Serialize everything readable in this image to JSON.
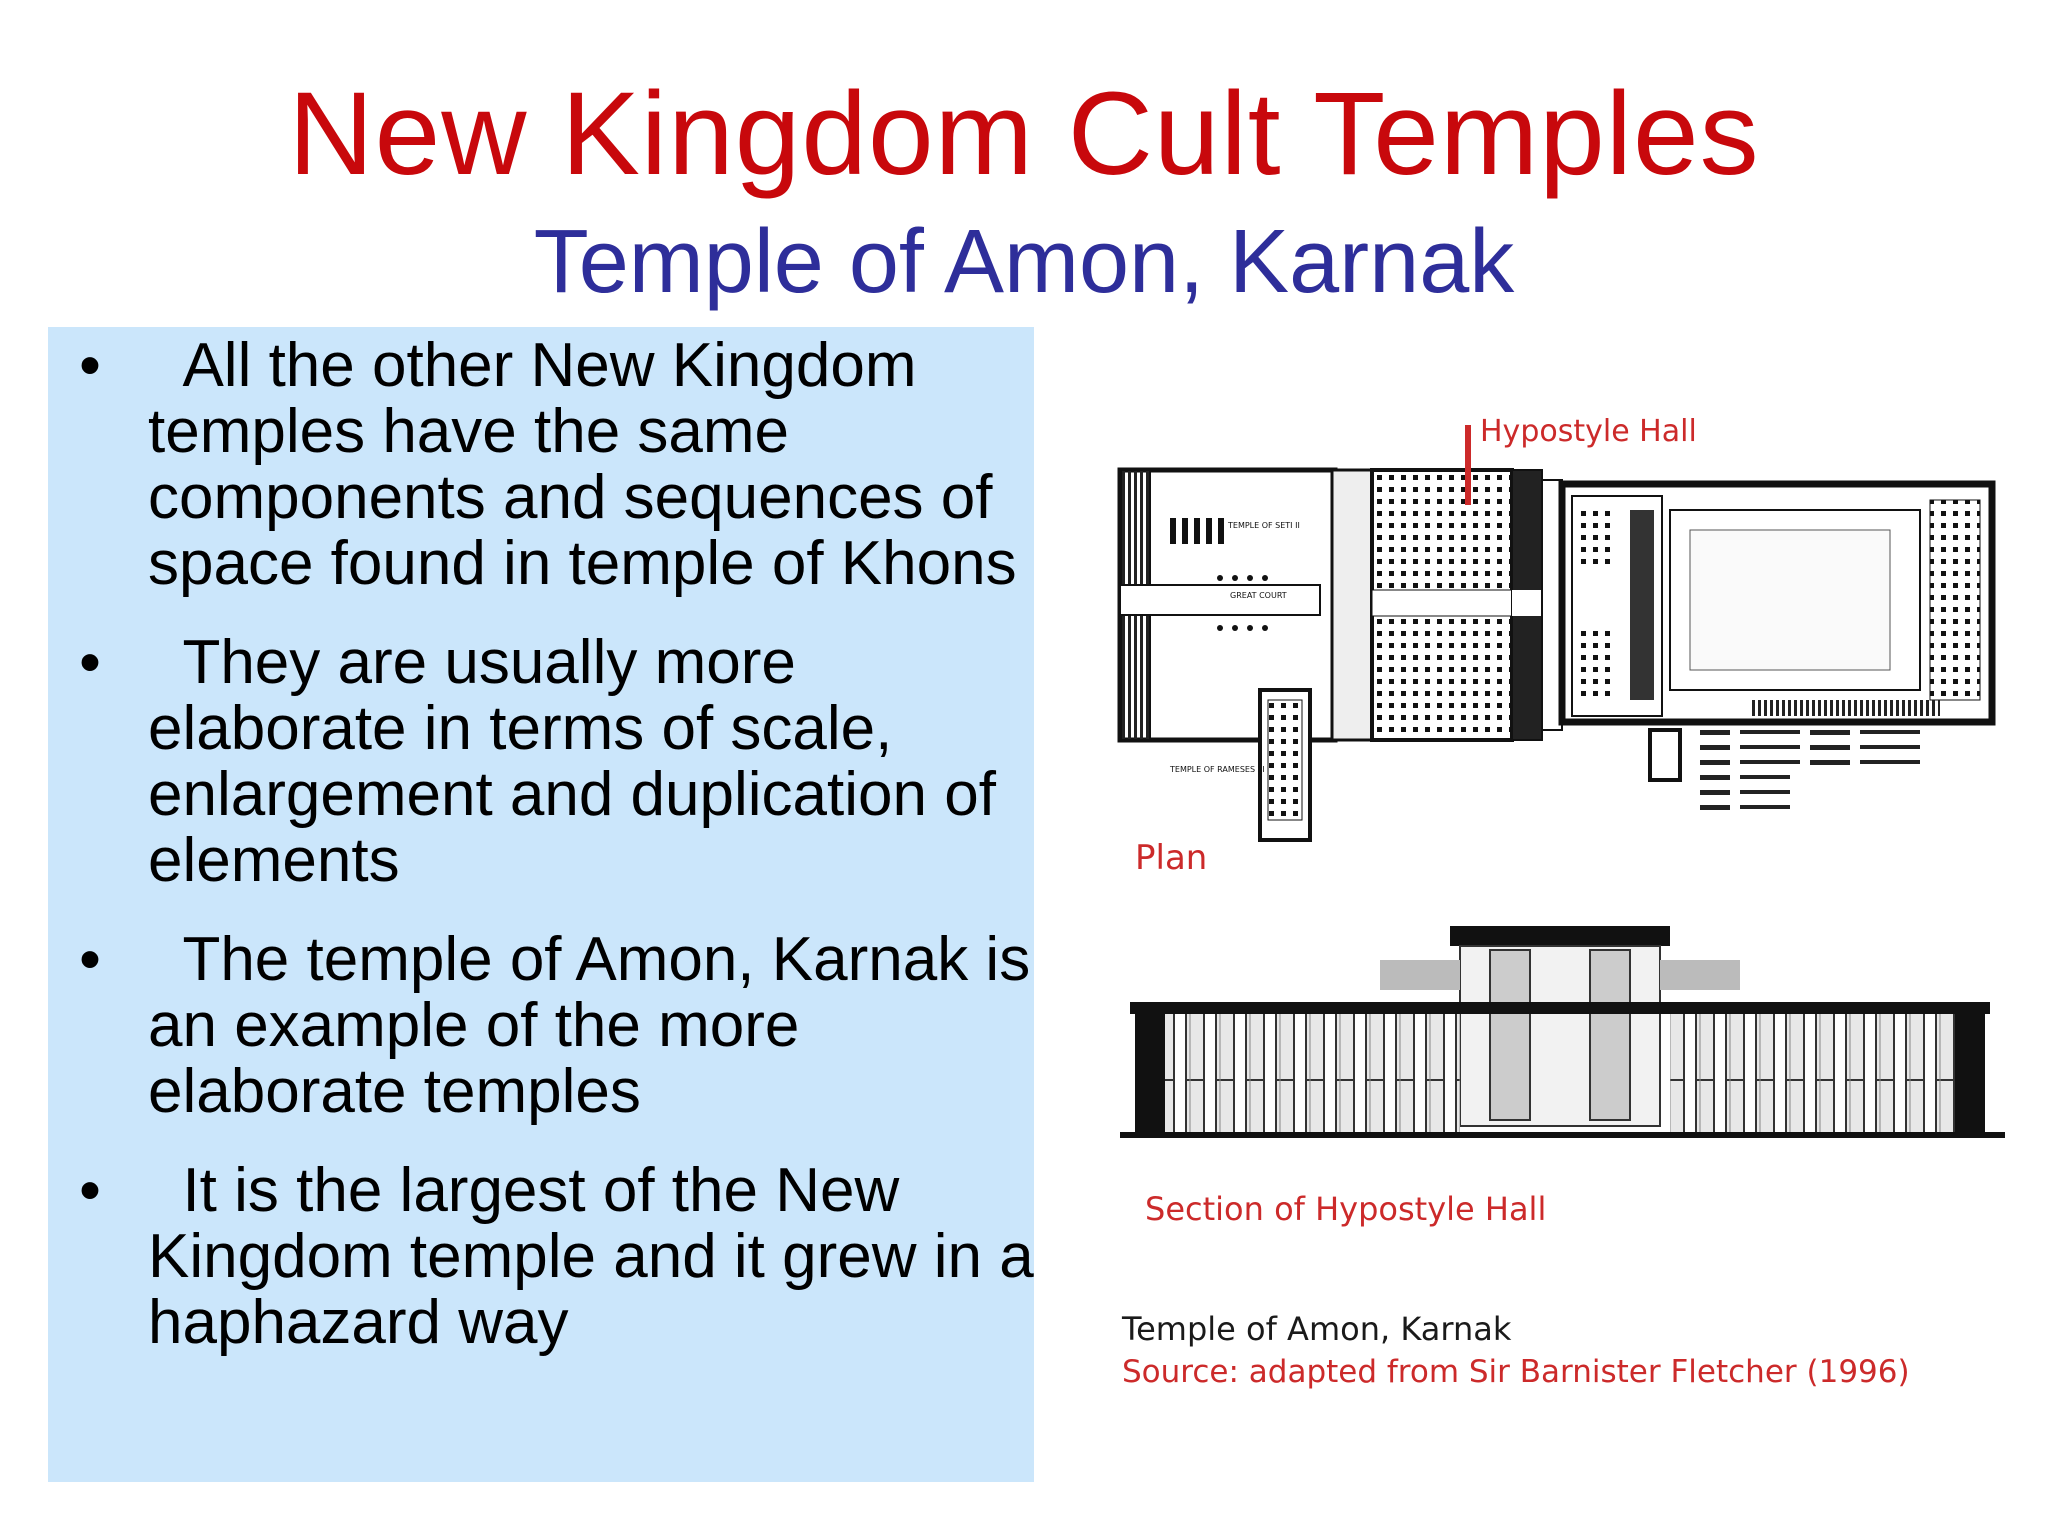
{
  "slide": {
    "title": "New Kingdom Cult Temples",
    "subtitle": "Temple of Amon, Karnak",
    "bullets": [
      {
        "symbol": "•",
        "text": "  All the other New Kingdom temples have the same components and sequences of space found in temple of Khons"
      },
      {
        "symbol": "•",
        "text": "  They are usually more elaborate in terms of scale, enlargement and duplication of elements"
      },
      {
        "symbol": "•",
        "text": "  The temple of Amon, Karnak is an example of the more elaborate temples"
      },
      {
        "symbol": "•",
        "text": "  It is the largest of the New Kingdom temple and it grew in a haphazard way"
      }
    ]
  },
  "figure": {
    "hypostyle_label": "Hypostyle Hall",
    "plan_label": "Plan",
    "section_label": "Section of Hypostyle Hall",
    "caption": "Temple of Amon, Karnak",
    "source": "Source: adapted from Sir Barnister Fletcher (1996)",
    "plan_small_labels": {
      "temple_seti": "TEMPLE OF SETI II",
      "great_court": "GREAT COURT",
      "temple_rameses": "TEMPLE OF RAMESES III"
    }
  },
  "colors": {
    "title": "#c8080c",
    "subtitle": "#2e2e9a",
    "textbox_bg": "#cbe6fb",
    "figure_label": "#cc2a2a"
  }
}
